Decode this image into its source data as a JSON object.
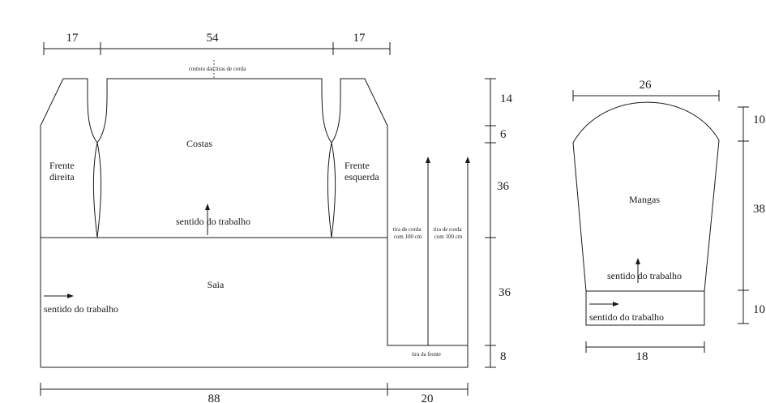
{
  "top_dimensions": {
    "left_front_width": "17",
    "back_width": "54",
    "right_front_width": "17"
  },
  "seam_note": "costura das tiras de corda",
  "panels": {
    "back": "Costas",
    "front_right": "Frente direita",
    "front_left": "Frente esquerda",
    "skirt": "Saia",
    "sleeves": "Mangas"
  },
  "work_direction": "sentido do trabalho",
  "cord_strip": "tira de corda com 100 cm",
  "front_strip": "tira da frente",
  "right_dimensions": {
    "yoke": "14",
    "shoulder": "6",
    "body": "36",
    "skirt": "36",
    "band": "8"
  },
  "bottom_dimensions": {
    "total_width": "88",
    "strip_width": "20"
  },
  "sleeve_dimensions": {
    "top_width": "26",
    "cuff_width": "18",
    "cap_height": "10",
    "sleeve_length": "38",
    "cuff_height": "10"
  }
}
